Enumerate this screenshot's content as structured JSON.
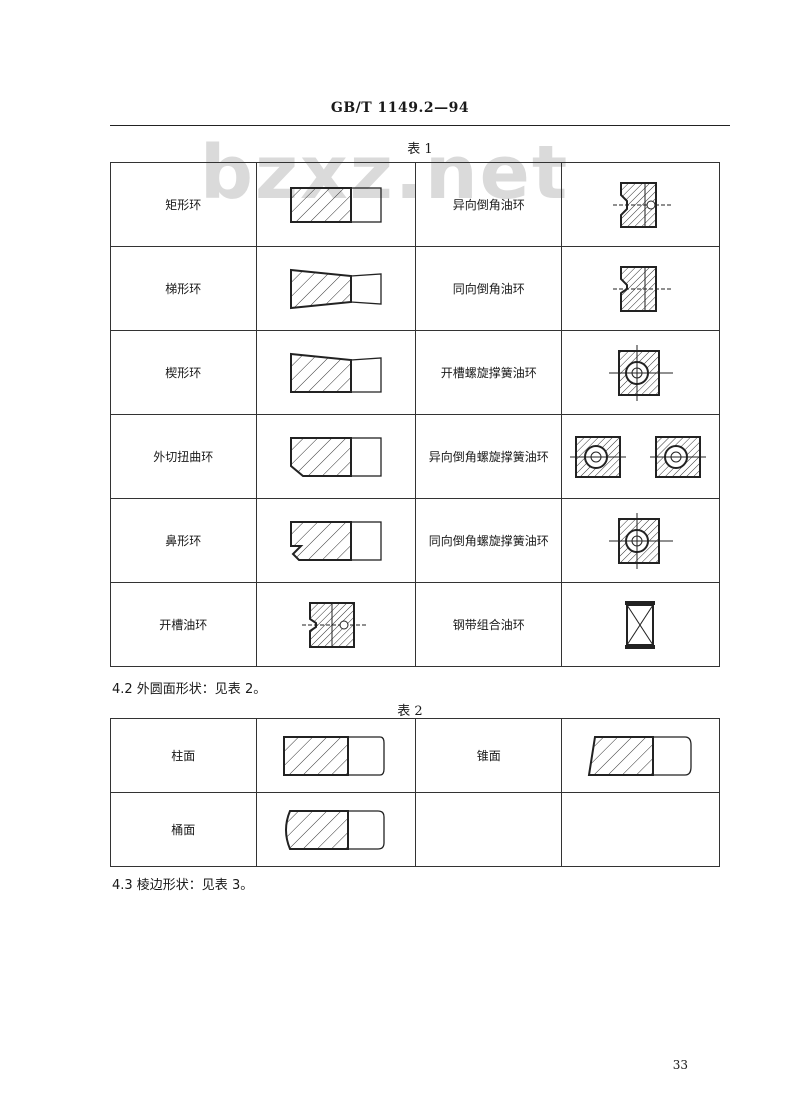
{
  "header": {
    "standard_no": "GB/T 1149.2—94"
  },
  "watermark": "bzxz.net",
  "table1": {
    "caption": "表 1",
    "rows": [
      {
        "left": "矩形环",
        "right": "异向倒角油环"
      },
      {
        "left": "梯形环",
        "right": "同向倒角油环"
      },
      {
        "left": "楔形环",
        "right": "开槽螺旋撑簧油环"
      },
      {
        "left": "外切扭曲环",
        "right": "异向倒角螺旋撑簧油环"
      },
      {
        "left": "鼻形环",
        "right": "同向倒角螺旋撑簧油环"
      },
      {
        "left": "开槽油环",
        "right": "钢带组合油环"
      }
    ]
  },
  "section_4_2": "4.2   外圆面形状：见表 2。",
  "table2": {
    "caption": "表 2",
    "rows": [
      {
        "left": "柱面",
        "right": "锥面"
      },
      {
        "left": "桶面",
        "right": ""
      }
    ]
  },
  "section_4_3": "4.3   棱边形状：见表 3。",
  "page_number": "33"
}
